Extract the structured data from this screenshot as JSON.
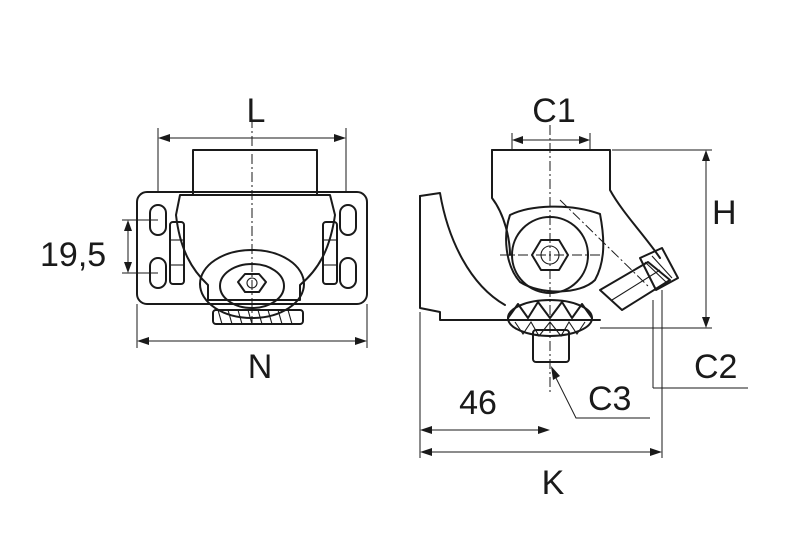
{
  "labels": {
    "L": "L",
    "N": "N",
    "dim_19_5": "19,5",
    "C1": "C1",
    "H": "H",
    "C2": "C2",
    "C3": "C3",
    "dim_46": "46",
    "K": "K"
  },
  "colors": {
    "line": "#1a1a1a",
    "background": "#ffffff"
  }
}
